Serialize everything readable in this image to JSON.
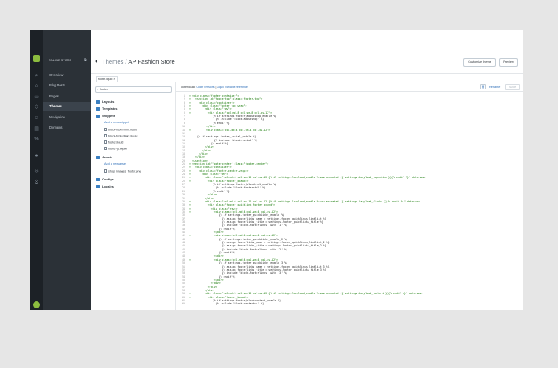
{
  "sidebar": {
    "store_label": "ONLINE STORE",
    "items": [
      {
        "label": "Overview"
      },
      {
        "label": "Blog Posts"
      },
      {
        "label": "Pages"
      },
      {
        "label": "Themes"
      },
      {
        "label": "Navigation"
      },
      {
        "label": "Domains"
      }
    ]
  },
  "header": {
    "crumb": "Themes",
    "separator": " / ",
    "title": "AP Fashion Store",
    "customize_label": "Customize theme",
    "preview_label": "Preview"
  },
  "tab": {
    "label": "footer.liquid",
    "close": "×"
  },
  "tree": {
    "search_value": "footer",
    "folders": {
      "layouts": "Layouts",
      "templates": "Templates",
      "snippets": "Snippets",
      "assets": "Assets",
      "configs": "Configs",
      "locales": "Locales"
    },
    "add_snippet": "Add a new snippet",
    "snippet_files": [
      "block-footerhtml.liquid",
      "block-footerlinks.liquid",
      "footer.liquid",
      "footer-js.liquid"
    ],
    "add_asset": "Add a new asset",
    "asset_files": [
      "shop_images_footer.png"
    ]
  },
  "editor": {
    "filename": "footer.liquid:",
    "older_versions": "Older versions",
    "separator": " | ",
    "liquid_ref": "Liquid variable reference",
    "rename_label": "Rename",
    "save_label": "Save",
    "code_lines": [
      "1 ▾ <div class=\"footer-container\">",
      "2 ▾   <section id=\"footertop\" class=\"footer-top\">",
      "3 ▾     <div class=\"container\">",
      "4 ▾       <div class=\"footer_top_wrap\">",
      "5 ▾         <div class=\"row\">",
      "6 ▾           <div class=\"col-md-8 col-sm-8 col-xs-12\">",
      "7                {% if settings.footer_aboutshop_enable %}",
      "8                  {% include 'block-aboutshop' %}",
      "9                {% endif %}",
      "10            </div>",
      "11 ▾          <div class=\"col-md-4 col-sm-4 col-xs-12\">",
      "12",
      "13      {% if settings.footer_social_enable %}",
      "14                 {% include 'block-social' %}",
      "15               {% endif %}",
      "16           </div>",
      "17         </div>",
      "18       </div>",
      "19     </div>",
      "20   </section>",
      "21 ▾ <section id=\"footercenter\" class=\"footer-center\">",
      "22 ▾   <div class=\"container\">",
      "23 ▾     <div class=\"footer-center-wrap\">",
      "24 ▾       <div class=\"row\">",
      "25 ▾         <div class=\"col-md-6 col-sm-12 col-xs-12 {% if settings.lazyload_enable %}wow animated {{ settings.lazyload_fupentime }}{% endif %}\" data-wow-",
      "26 ▾           <div class=\"footer_bcand\">",
      "27                {% if settings.footer_blockhtml_enable %}",
      "28                  {% include 'block-footerhtml' %}",
      "29                {% endif %}",
      "30             </div>",
      "31           </div>",
      "32 ▾         <div class=\"col-md-6 col-sm-12 col-xs-12 {% if settings.lazyload_enable %}wow animated {{ settings.lazyload_flinks }}{% endif %}\" data-wow-",
      "33 ▾           <div class=\"footer_quicklink footer_bcand\">",
      "34 ▾             <div class=\"row\">",
      "35 ▾               <div class=\"col-md-4 col-sm-4 col-xs-12\">",
      "36                    {% if settings.footer_quicklinks_enable %}",
      "37                      {% assign footerlinks_name = settings.footer_quicklinks_linklist %}",
      "38                      {% assign footerlinks_title = settings.footer_quicklinks_title %}",
      "39                      {% include 'block-footerlinks' with '1' %}",
      "40                    {% endif %}",
      "41                 </div>",
      "42 ▾               <div class=\"col-md-4 col-sm-4 col-xs-12\">",
      "43                    {% if settings.footer_quicklinks_enable_2 %}",
      "44                      {% assign footerlinks_name = settings.footer_quicklinks_linklist_2 %}",
      "45                      {% assign footerlinks_title = settings.footer_quicklinks_title_2 %}",
      "46                      {% include 'block-footerlinks' with '2' %}",
      "47                    {% endif %}",
      "48                 </div>",
      "49 ▾               <div class=\"col-md-4 col-sm-4 col-xs-12\">",
      "50                    {% if settings.footer_quicklinks_enable_3 %}",
      "51                      {% assign footerlinks_name = settings.footer_quicklinks_linklist_3 %}",
      "52                      {% assign footerlinks_title = settings.footer_quicklinks_title_3 %}",
      "53                      {% include 'block-footerlinks' with '3' %}",
      "54                    {% endif %}",
      "55                 </div>",
      "56               </div>",
      "57             </div>",
      "58           </div>",
      "59 ▾         <div class=\"col-md-3 col-sm-12 col-xs-12 {% if settings.lazyload_enable %}wow animated {{ settings.lazyload_footeri }}{% endif %}\" data-wow-",
      "60 ▾           <div class=\"footer_bcand\">",
      "61                {% if settings.footer_blockcontact_enable %}",
      "62                  {% include 'block-contactus' %}"
    ]
  }
}
